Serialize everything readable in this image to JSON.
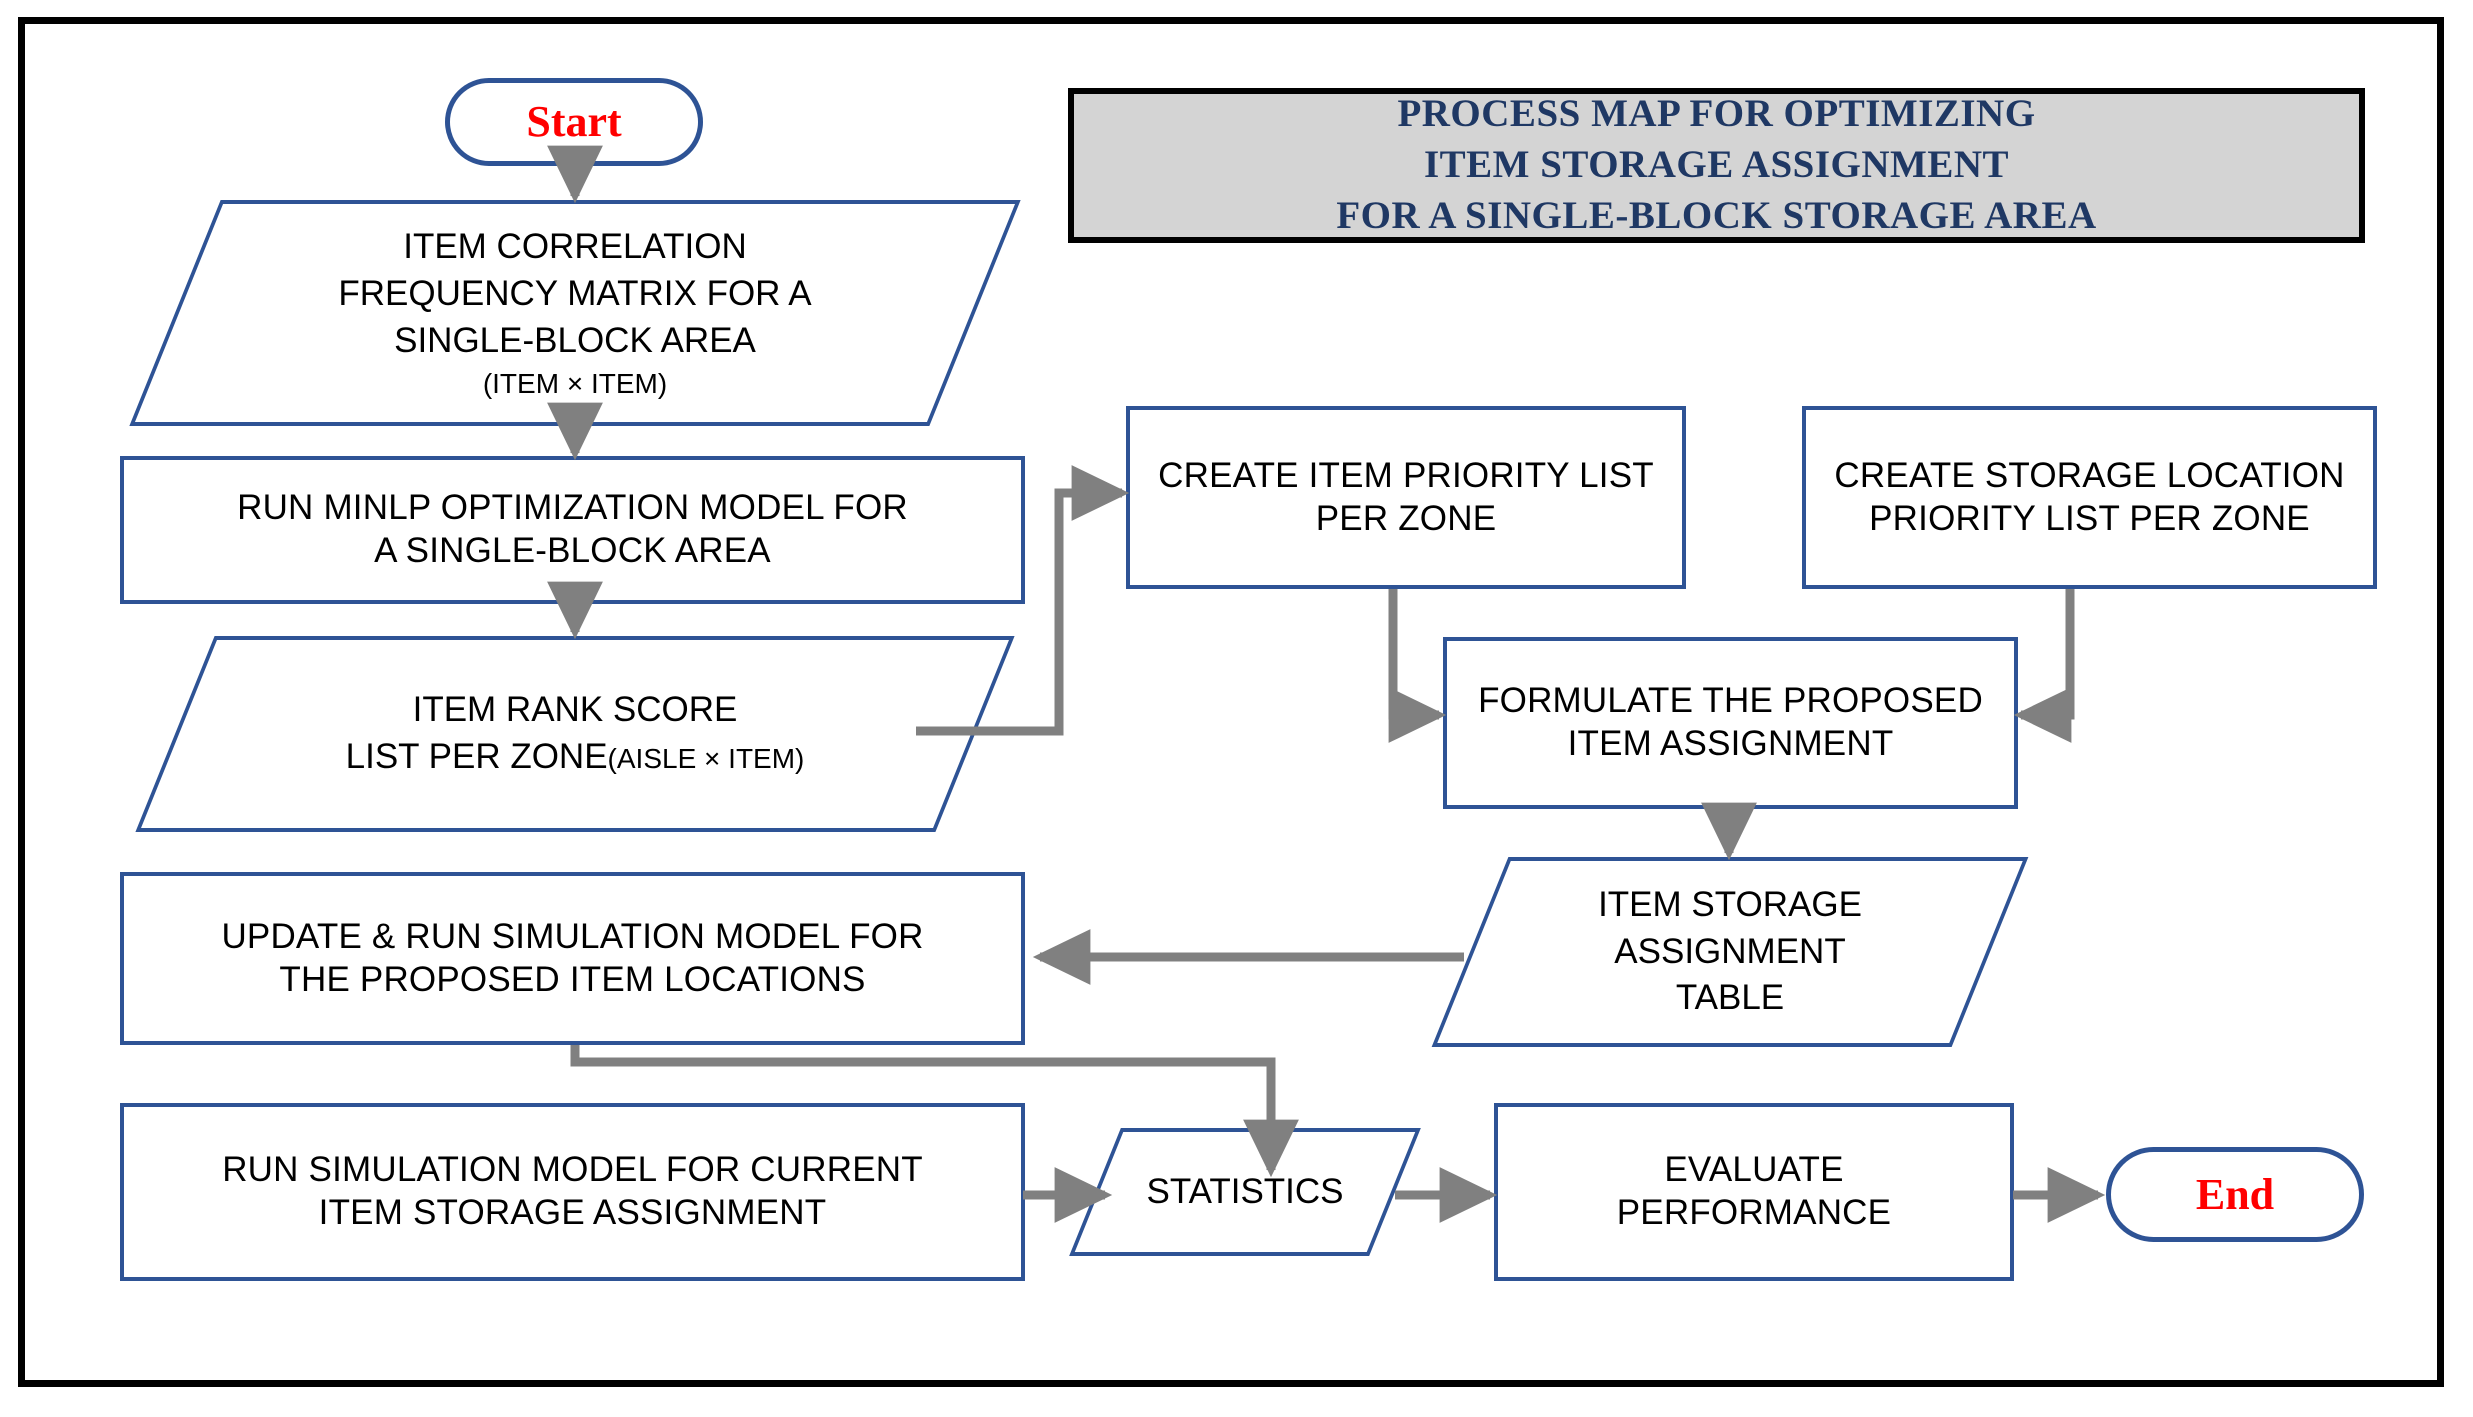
{
  "banner": {
    "line1": "PROCESS MAP FOR OPTIMIZING",
    "line2": "ITEM STORAGE ASSIGNMENT",
    "line3": "FOR  A SINGLE-BLOCK STORAGE AREA",
    "background": "#d4d4d4",
    "text_color": "#1f3864",
    "border_color": "#000000"
  },
  "theme": {
    "node_border": "#2e5395",
    "connector": "#808080",
    "terminator_text": "#ff0000",
    "frame": "#000000",
    "page_background": "#ffffff"
  },
  "nodes": {
    "start": {
      "label": "Start",
      "shape": "terminator"
    },
    "item_correlation": {
      "line1": "ITEM CORRELATION",
      "line2": "FREQUENCY MATRIX FOR A",
      "line3": "SINGLE-BLOCK AREA",
      "line4": "(ITEM × ITEM)",
      "shape": "data"
    },
    "run_minlp": {
      "line1": "RUN MINLP OPTIMIZATION MODEL FOR",
      "line2": "A SINGLE-BLOCK AREA",
      "shape": "process"
    },
    "item_rank_score": {
      "line1": "ITEM RANK SCORE",
      "line2": "LIST PER ZONE",
      "line2_sub": "(AISLE × ITEM)",
      "shape": "data"
    },
    "create_item_priority": {
      "line1": "CREATE ITEM PRIORITY LIST",
      "line2": "PER ZONE",
      "shape": "process"
    },
    "create_storage_location_priority": {
      "line1": "CREATE STORAGE LOCATION",
      "line2": "PRIORITY LIST PER ZONE",
      "shape": "process"
    },
    "formulate_assignment": {
      "line1": "FORMULATE THE PROPOSED",
      "line2": "ITEM ASSIGNMENT",
      "shape": "process"
    },
    "assignment_table": {
      "line1": "ITEM STORAGE",
      "line2": "ASSIGNMENT",
      "line3": "TABLE",
      "shape": "data"
    },
    "update_run_simulation": {
      "line1": "UPDATE & RUN SIMULATION MODEL FOR",
      "line2": "THE PROPOSED ITEM LOCATIONS",
      "shape": "process"
    },
    "run_simulation_current": {
      "line1": "RUN SIMULATION MODEL FOR CURRENT",
      "line2": "ITEM STORAGE ASSIGNMENT",
      "shape": "process"
    },
    "statistics": {
      "label": "STATISTICS",
      "shape": "data"
    },
    "evaluate_performance": {
      "line1": "EVALUATE",
      "line2": "PERFORMANCE",
      "shape": "process"
    },
    "end": {
      "label": "End",
      "shape": "terminator"
    }
  },
  "edges": [
    {
      "from": "start",
      "to": "item_correlation"
    },
    {
      "from": "item_correlation",
      "to": "run_minlp"
    },
    {
      "from": "run_minlp",
      "to": "item_rank_score"
    },
    {
      "from": "item_rank_score",
      "to": "create_item_priority"
    },
    {
      "from": "create_item_priority",
      "to": "formulate_assignment"
    },
    {
      "from": "create_storage_location_priority",
      "to": "formulate_assignment"
    },
    {
      "from": "formulate_assignment",
      "to": "assignment_table"
    },
    {
      "from": "assignment_table",
      "to": "update_run_simulation"
    },
    {
      "from": "update_run_simulation",
      "to": "statistics"
    },
    {
      "from": "run_simulation_current",
      "to": "statistics"
    },
    {
      "from": "statistics",
      "to": "evaluate_performance"
    },
    {
      "from": "evaluate_performance",
      "to": "end"
    }
  ]
}
